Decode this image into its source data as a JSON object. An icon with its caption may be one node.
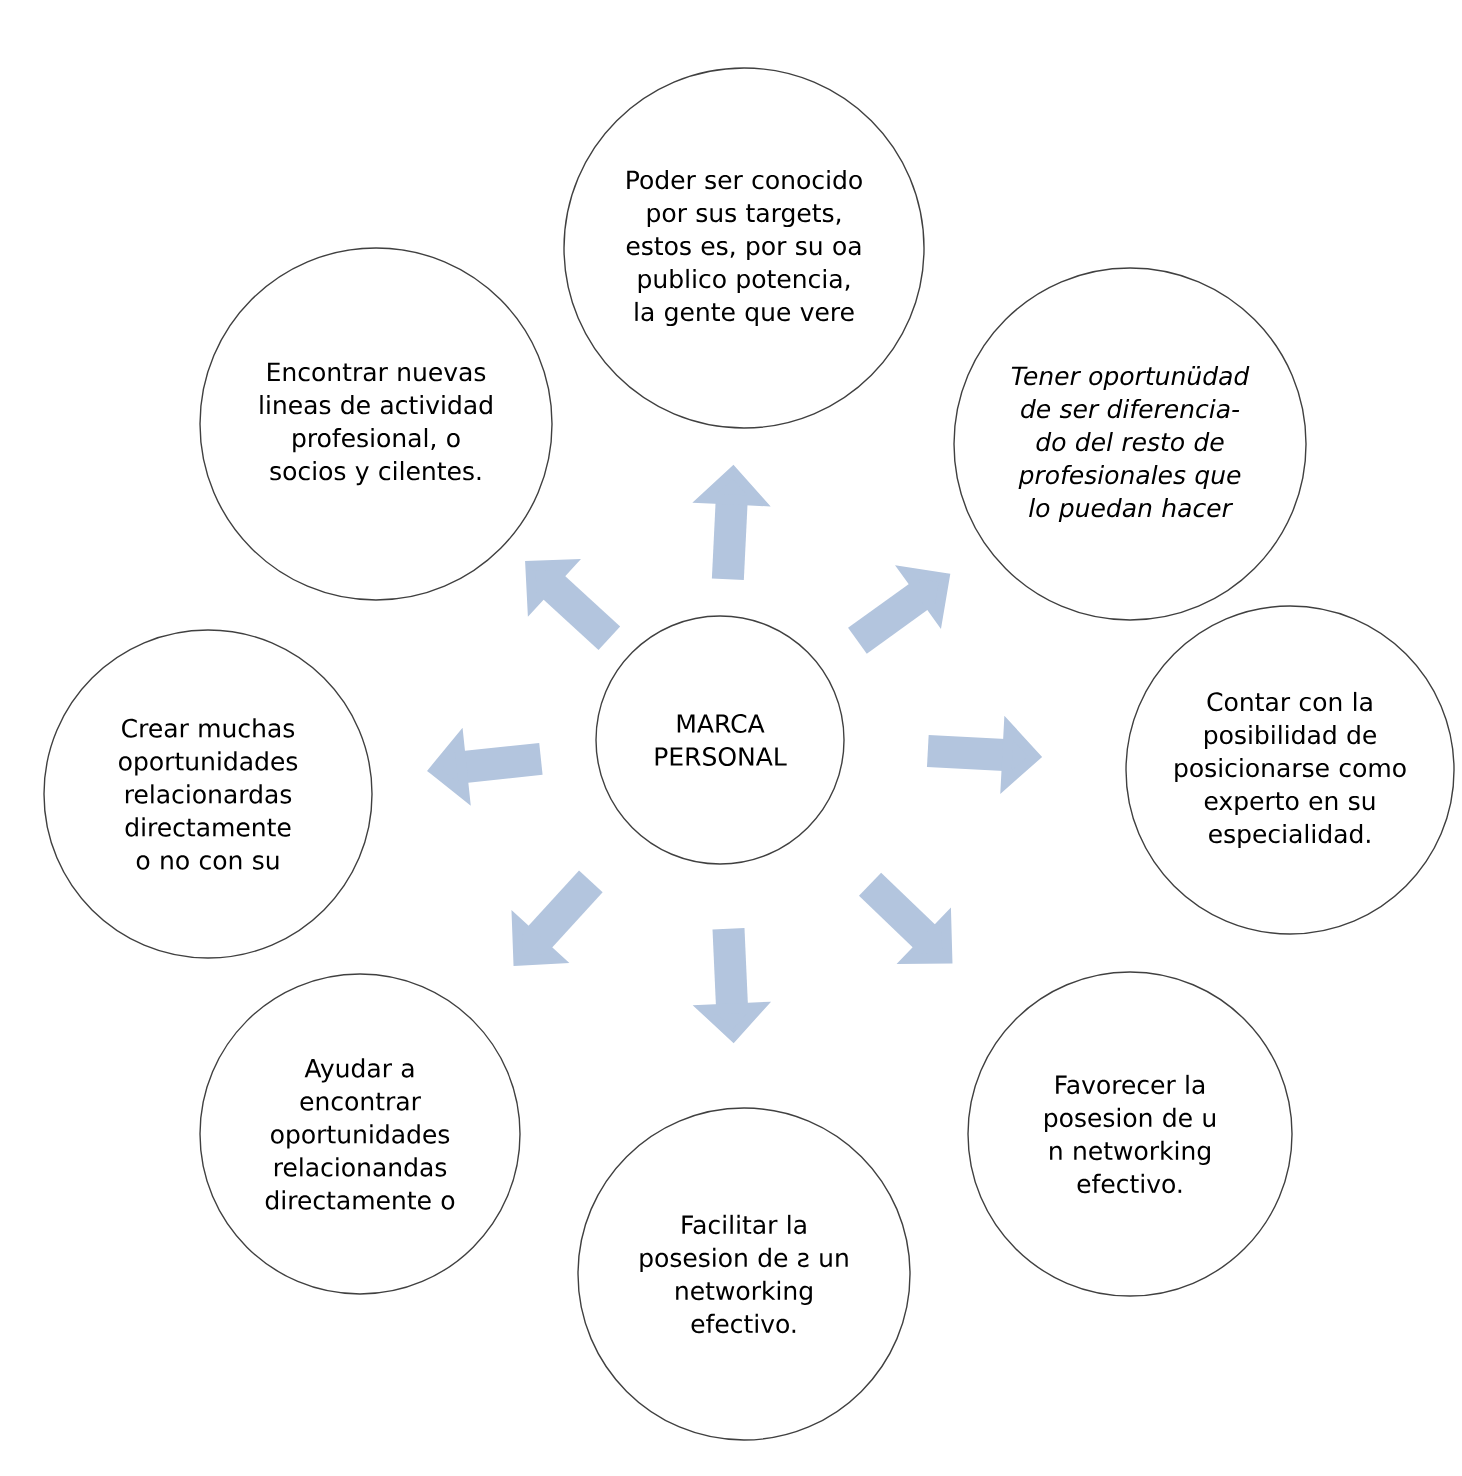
{
  "diagram": {
    "nodes": [
      {
        "text": [
          "Poder ser conocido por sus targets, estos es, por su oa publico potencia, la gente que vere"
        ]
      },
      {
        "text": [
          "Encontrar nuevas lineas de actividad profesional, o socios y cilentes."
        ]
      },
      {
        "text": [
          "Tener oportunüdad de ser diferencia- do del resto de profesionales que lo puedan hacer"
        ]
      },
      {
        "text": [
          "Crear muchas oportunidades relacionardas directamente o no con su"
        ]
      },
      {
        "text": [
          "MARCA PERSONAL"
        ]
      },
      {
        "text": [
          "Contar con la posibilidad de posicionarse como experto en su especialidad."
        ]
      },
      {
        "text": [
          "Ayudar a encontrar oportunidades relacionandas directamente o"
        ]
      },
      {
        "text": [
          "Favorecer la posesion de u n networking efectivo."
        ]
      },
      {
        "text": [
          "Facilitar la posesion de ƨ un networking efectivo."
        ]
      }
    ],
    "edges": [
      {
        "from": 4,
        "to": 0,
        "arrow": "to"
      },
      {
        "from": 4,
        "to": 1,
        "arrow": "to"
      },
      {
        "from": 4,
        "to": 2,
        "arrow": "to"
      },
      {
        "from": 4,
        "to": 3,
        "arrow": "to"
      },
      {
        "from": 4,
        "to": 5,
        "arrow": "to"
      },
      {
        "from": 4,
        "to": 6,
        "arrow": "to"
      },
      {
        "from": 4,
        "to": 7,
        "arrow": "to"
      },
      {
        "from": 4,
        "to": 8,
        "arrow": "to"
      }
    ]
  }
}
